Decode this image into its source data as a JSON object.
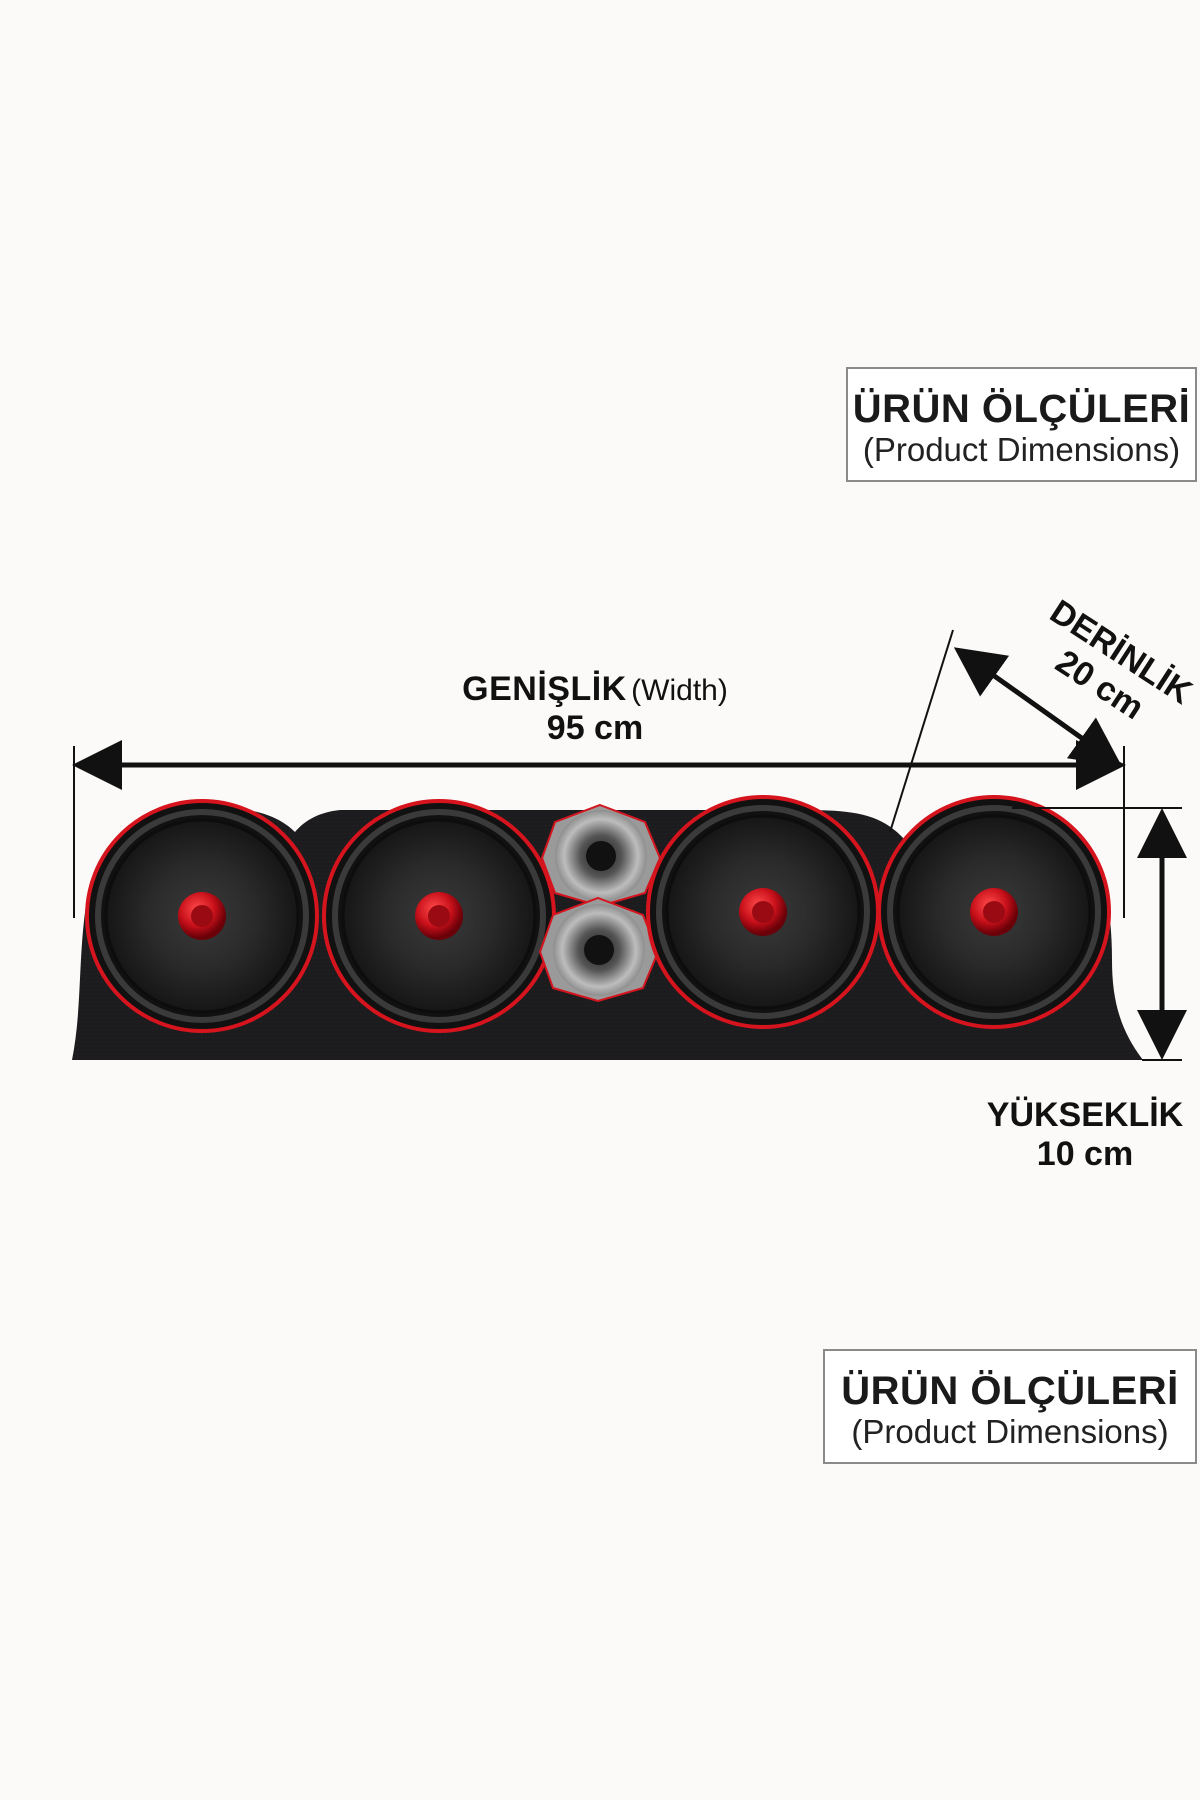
{
  "header_box": {
    "title": "ÜRÜN ÖLÇÜLERİ",
    "subtitle": "(Product Dimensions)"
  },
  "footer_box": {
    "title": "ÜRÜN ÖLÇÜLERİ",
    "subtitle": "(Product Dimensions)"
  },
  "width": {
    "name": "GENİŞLİK",
    "english": "(Width)",
    "value": "95 cm"
  },
  "depth": {
    "name": "DERİNLİK",
    "value": "20 cm"
  },
  "height": {
    "name": "YÜKSEKLİK",
    "value": "10 cm"
  },
  "colors": {
    "background": "#fbfaf8",
    "enclosure": "#1b1b1d",
    "accent_red": "#d5141e",
    "arrow": "#111111"
  },
  "product": {
    "woofers": 4,
    "tweeters": 2
  }
}
